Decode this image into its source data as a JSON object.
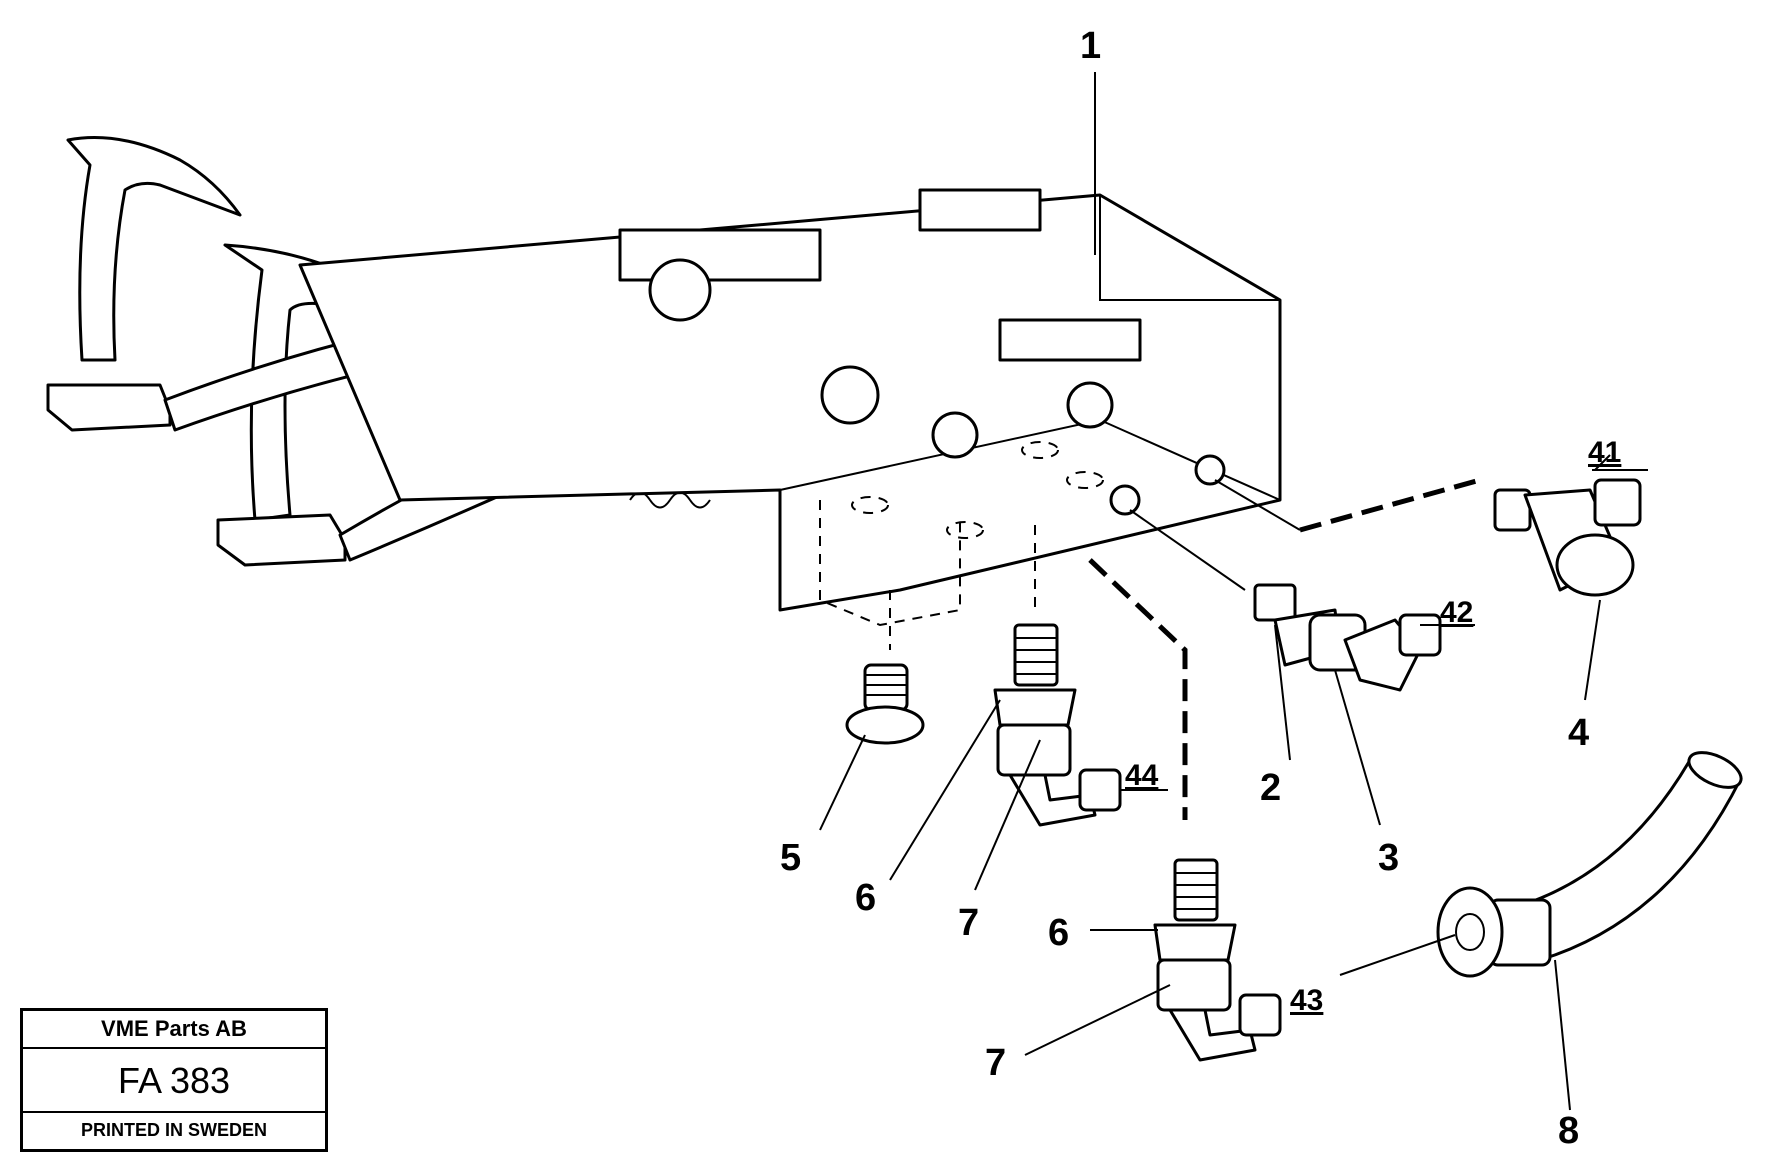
{
  "callouts": {
    "c1": "1",
    "c2": "2",
    "c3": "3",
    "c4": "4",
    "c5": "5",
    "c6a": "6",
    "c6b": "6",
    "c7a": "7",
    "c7b": "7",
    "c8": "8",
    "c41": "41",
    "c42": "42",
    "c43": "43",
    "c44": "44"
  },
  "stamp": {
    "company": "VME Parts AB",
    "code": "FA 383",
    "printed": "PRINTED IN SWEDEN"
  }
}
